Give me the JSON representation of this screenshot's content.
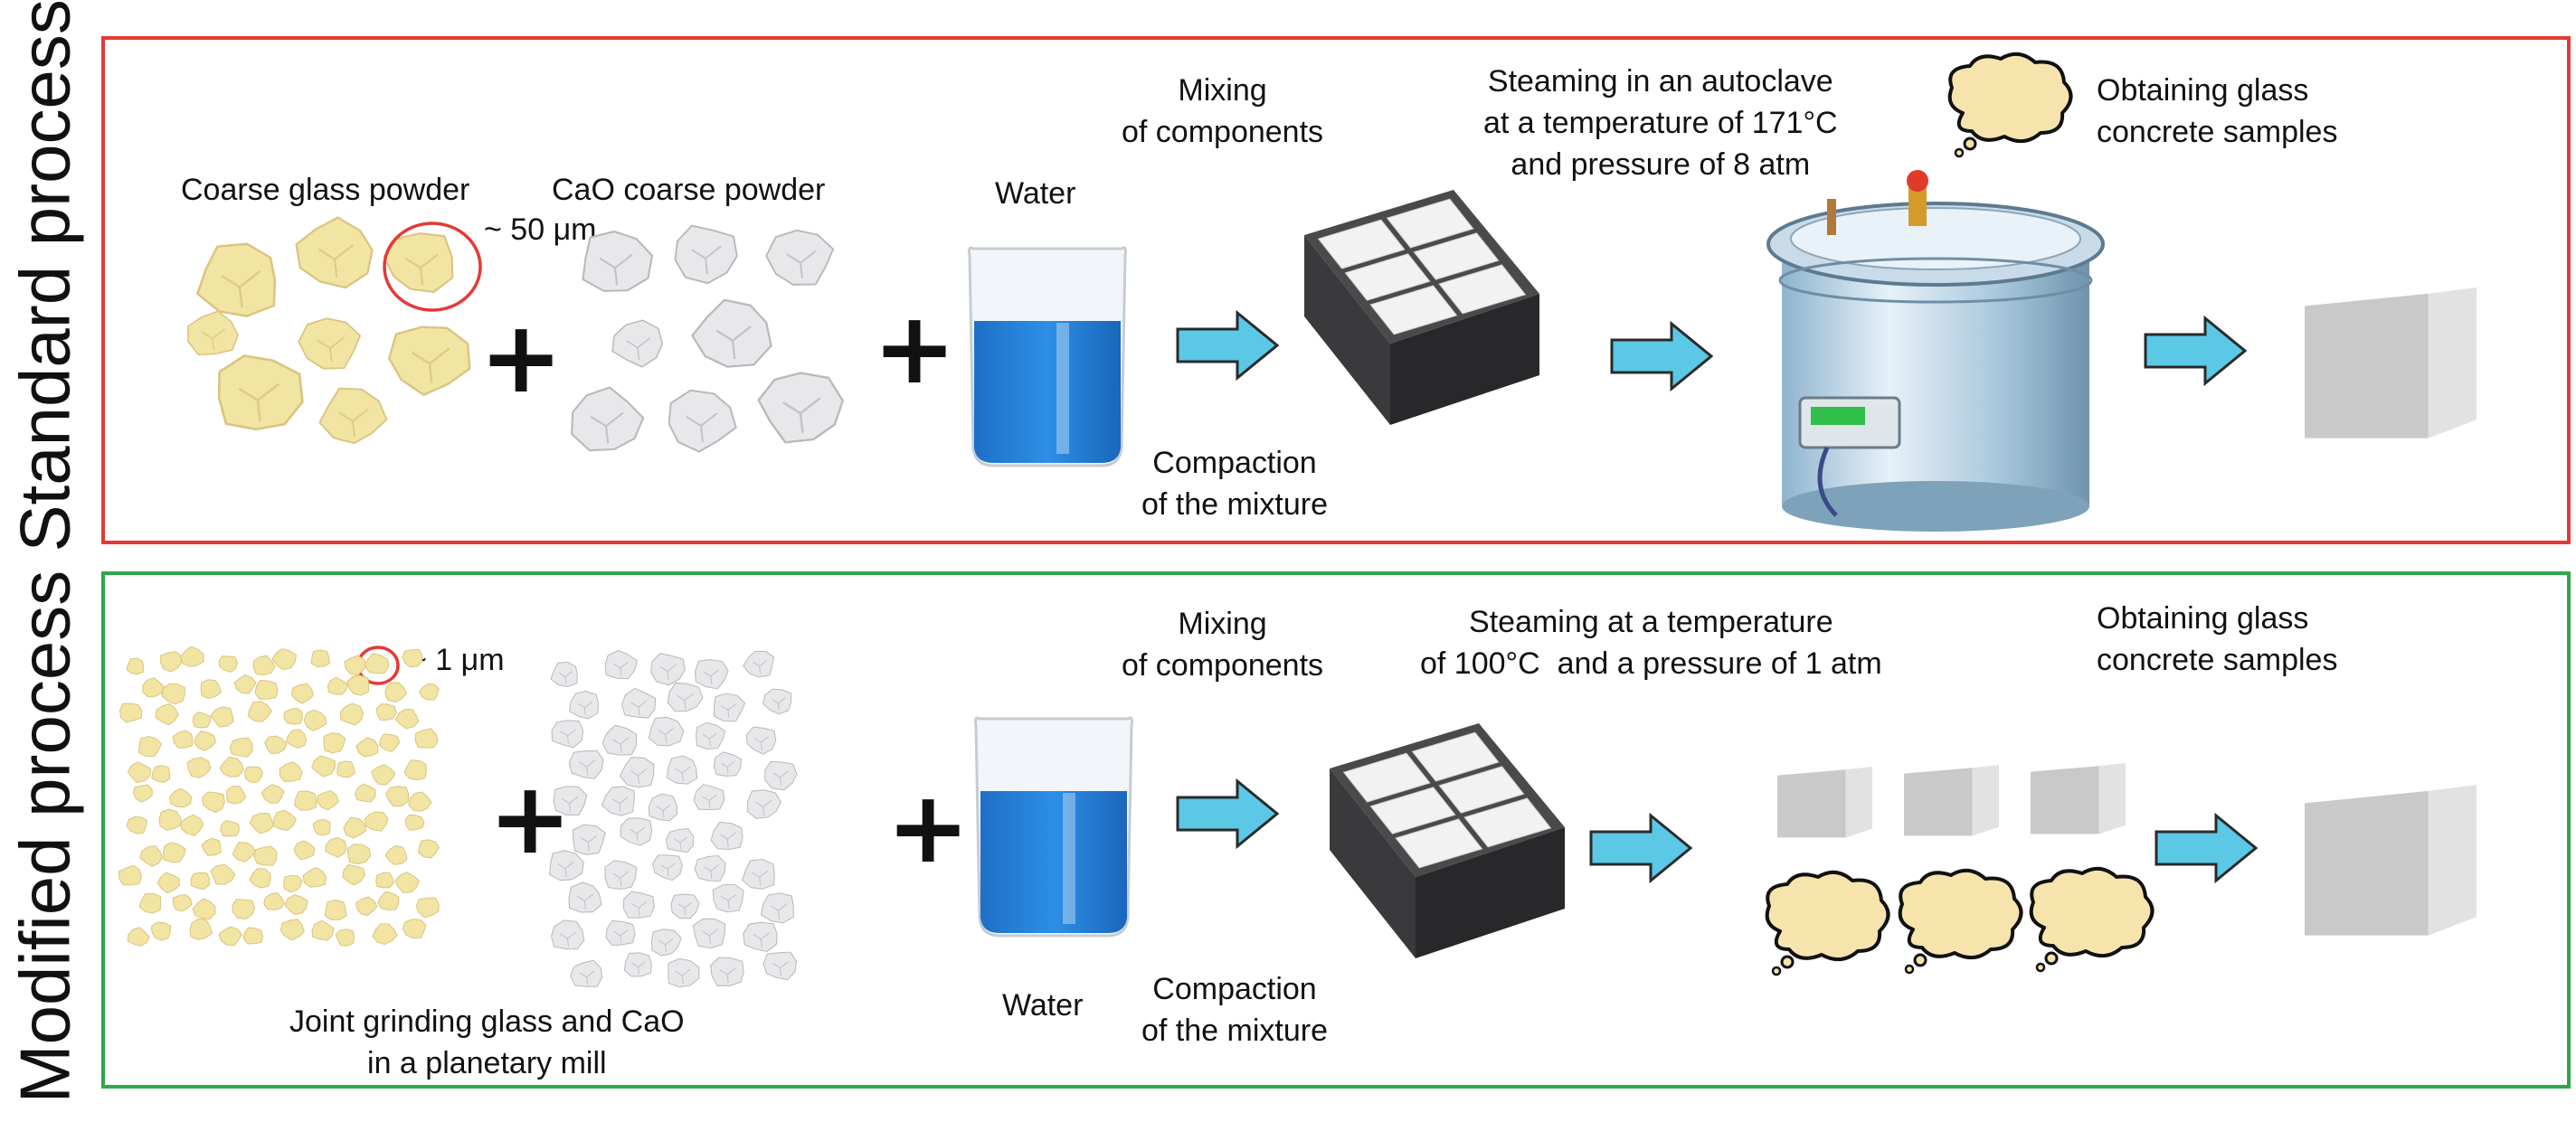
{
  "colors": {
    "standard_border": "#e53935",
    "modified_border": "#2ea84a",
    "glass": "#f2e4a2",
    "glass_shade": "#d9c580",
    "cao": "#e8e8ea",
    "cao_shade": "#b9b9bd",
    "water": "#2d8fe6",
    "arrow": "#5bc8e6",
    "sample": "#c9c9c9",
    "cloud": "#f7e4ad"
  },
  "standard": {
    "label": "Standard process",
    "glass_powder": "Coarse glass powder",
    "particle_size": "~ 50 μm",
    "cao_powder": "CaO coarse powder",
    "water": "Water",
    "mixing": "Mixing\nof components",
    "compaction": "Compaction\nof the mixture",
    "steaming": "Steaming in an autoclave\nat a temperature of 171°C\nand pressure of 8 atm",
    "obtaining": "Obtaining glass\nconcrete samples"
  },
  "modified": {
    "label": "Modified process",
    "particle_size": "~ 1 μm",
    "grinding": "Joint grinding glass and CaO\nin a planetary mill",
    "water": "Water",
    "mixing": "Mixing\nof components",
    "compaction": "Compaction\nof the mixture",
    "steaming": "Steaming at a temperature\nof 100°C  and a pressure of 1 atm",
    "obtaining": "Obtaining glass\nconcrete samples"
  },
  "icons": {
    "glass": "glass-particle-icon",
    "cao": "cao-particle-icon",
    "beaker": "water-beaker-icon",
    "mold": "mold-icon",
    "arrow": "arrow-right-icon",
    "autoclave": "autoclave-icon",
    "cloud": "steam-cloud-icon",
    "sample": "concrete-sample-icon"
  }
}
